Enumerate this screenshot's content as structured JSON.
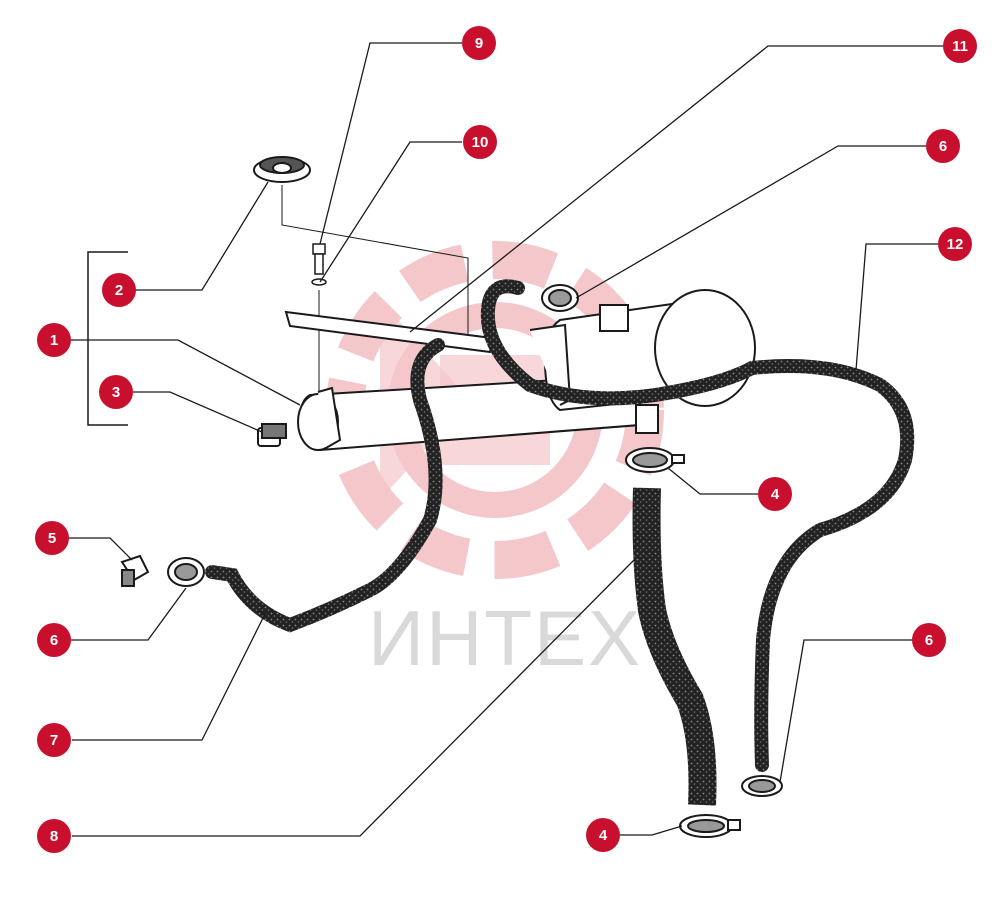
{
  "diagram": {
    "watermark_text": "ИНТЕХ",
    "colors": {
      "callout_fill": "#c8102e",
      "callout_text": "#ffffff",
      "line": "#1a1a1a",
      "watermark_logo": "#f3c1c5",
      "watermark_text": "#d9d9d9"
    },
    "callouts": [
      {
        "id": "c1",
        "label": "1"
      },
      {
        "id": "c2",
        "label": "2"
      },
      {
        "id": "c3",
        "label": "3"
      },
      {
        "id": "c4a",
        "label": "4"
      },
      {
        "id": "c4b",
        "label": "4"
      },
      {
        "id": "c5",
        "label": "5"
      },
      {
        "id": "c6a",
        "label": "6"
      },
      {
        "id": "c6b",
        "label": "6"
      },
      {
        "id": "c6c",
        "label": "6"
      },
      {
        "id": "c7",
        "label": "7"
      },
      {
        "id": "c8",
        "label": "8"
      },
      {
        "id": "c9",
        "label": "9"
      },
      {
        "id": "c10",
        "label": "10"
      },
      {
        "id": "c11",
        "label": "11"
      },
      {
        "id": "c12",
        "label": "12"
      }
    ]
  }
}
